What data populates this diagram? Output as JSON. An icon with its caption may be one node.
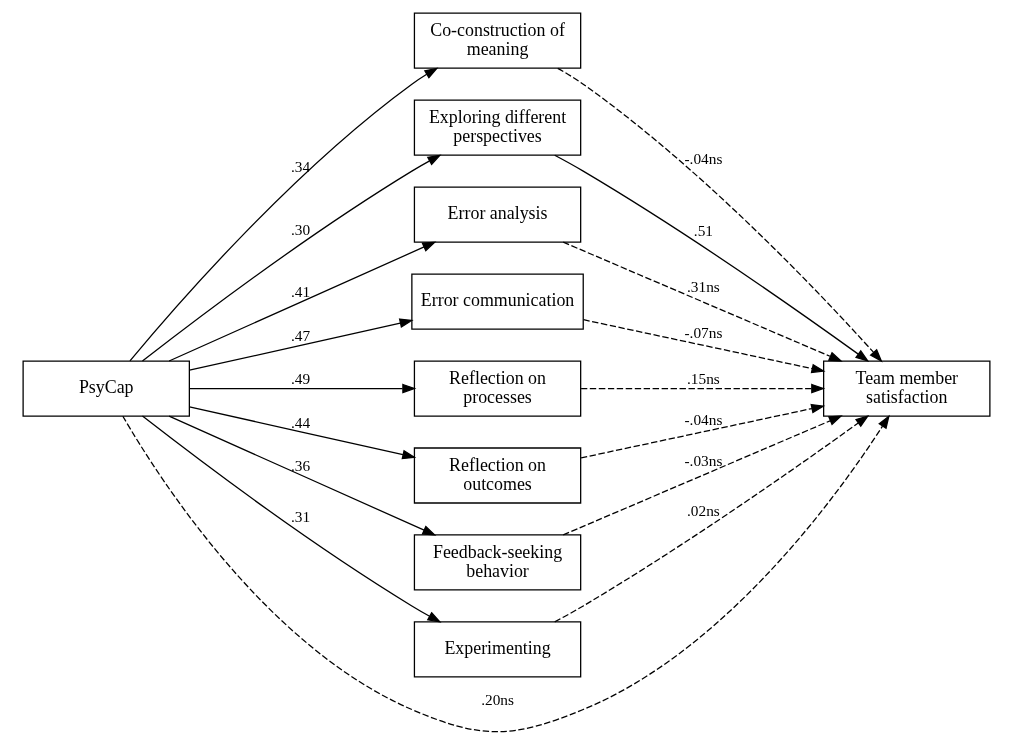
{
  "diagram": {
    "nodes": [
      {
        "text": [
          "PsyCap"
        ]
      },
      {
        "text": [
          "Co-construction of meaning"
        ]
      },
      {
        "text": [
          "Exploring different perspectives"
        ]
      },
      {
        "text": [
          "Error analysis"
        ]
      },
      {
        "text": [
          "Error communication"
        ]
      },
      {
        "text": [
          "Reflection on processes"
        ]
      },
      {
        "text": [
          "Reflection on outcomes"
        ]
      },
      {
        "text": [
          "Feedback-seeking behavior"
        ]
      },
      {
        "text": [
          "Experimenting"
        ]
      },
      {
        "text": [
          "Team member satisfaction"
        ]
      }
    ],
    "edges": [
      {
        "from": 0,
        "to": 1,
        "arrow": "to",
        "label": ".34"
      },
      {
        "from": 0,
        "to": 2,
        "arrow": "to",
        "label": ".30"
      },
      {
        "from": 0,
        "to": 3,
        "arrow": "to",
        "label": ".41"
      },
      {
        "from": 0,
        "to": 4,
        "arrow": "to",
        "label": ".47"
      },
      {
        "from": 0,
        "to": 5,
        "arrow": "to",
        "label": ".49"
      },
      {
        "from": 0,
        "to": 6,
        "arrow": "to",
        "label": ".44"
      },
      {
        "from": 0,
        "to": 7,
        "arrow": "to",
        "label": ".36"
      },
      {
        "from": 0,
        "to": 8,
        "arrow": "to",
        "label": ".31"
      },
      {
        "from": 1,
        "to": 9,
        "arrow": "to",
        "label": "-.04ns",
        "style": "dashed"
      },
      {
        "from": 2,
        "to": 9,
        "arrow": "to",
        "label": ".51"
      },
      {
        "from": 3,
        "to": 9,
        "arrow": "to",
        "label": ".31ns",
        "style": "dashed"
      },
      {
        "from": 4,
        "to": 9,
        "arrow": "to",
        "label": "-.07ns",
        "style": "dashed"
      },
      {
        "from": 5,
        "to": 9,
        "arrow": "to",
        "label": ".15ns",
        "style": "dashed"
      },
      {
        "from": 6,
        "to": 9,
        "arrow": "to",
        "label": "-.04ns",
        "style": "dashed"
      },
      {
        "from": 7,
        "to": 9,
        "arrow": "to",
        "label": "-.03ns",
        "style": "dashed"
      },
      {
        "from": 8,
        "to": 9,
        "arrow": "to",
        "label": ".02ns",
        "style": "dashed"
      },
      {
        "from": 0,
        "to": 9,
        "arrow": "to",
        "label": ".20ns",
        "style": "dashed"
      }
    ]
  }
}
